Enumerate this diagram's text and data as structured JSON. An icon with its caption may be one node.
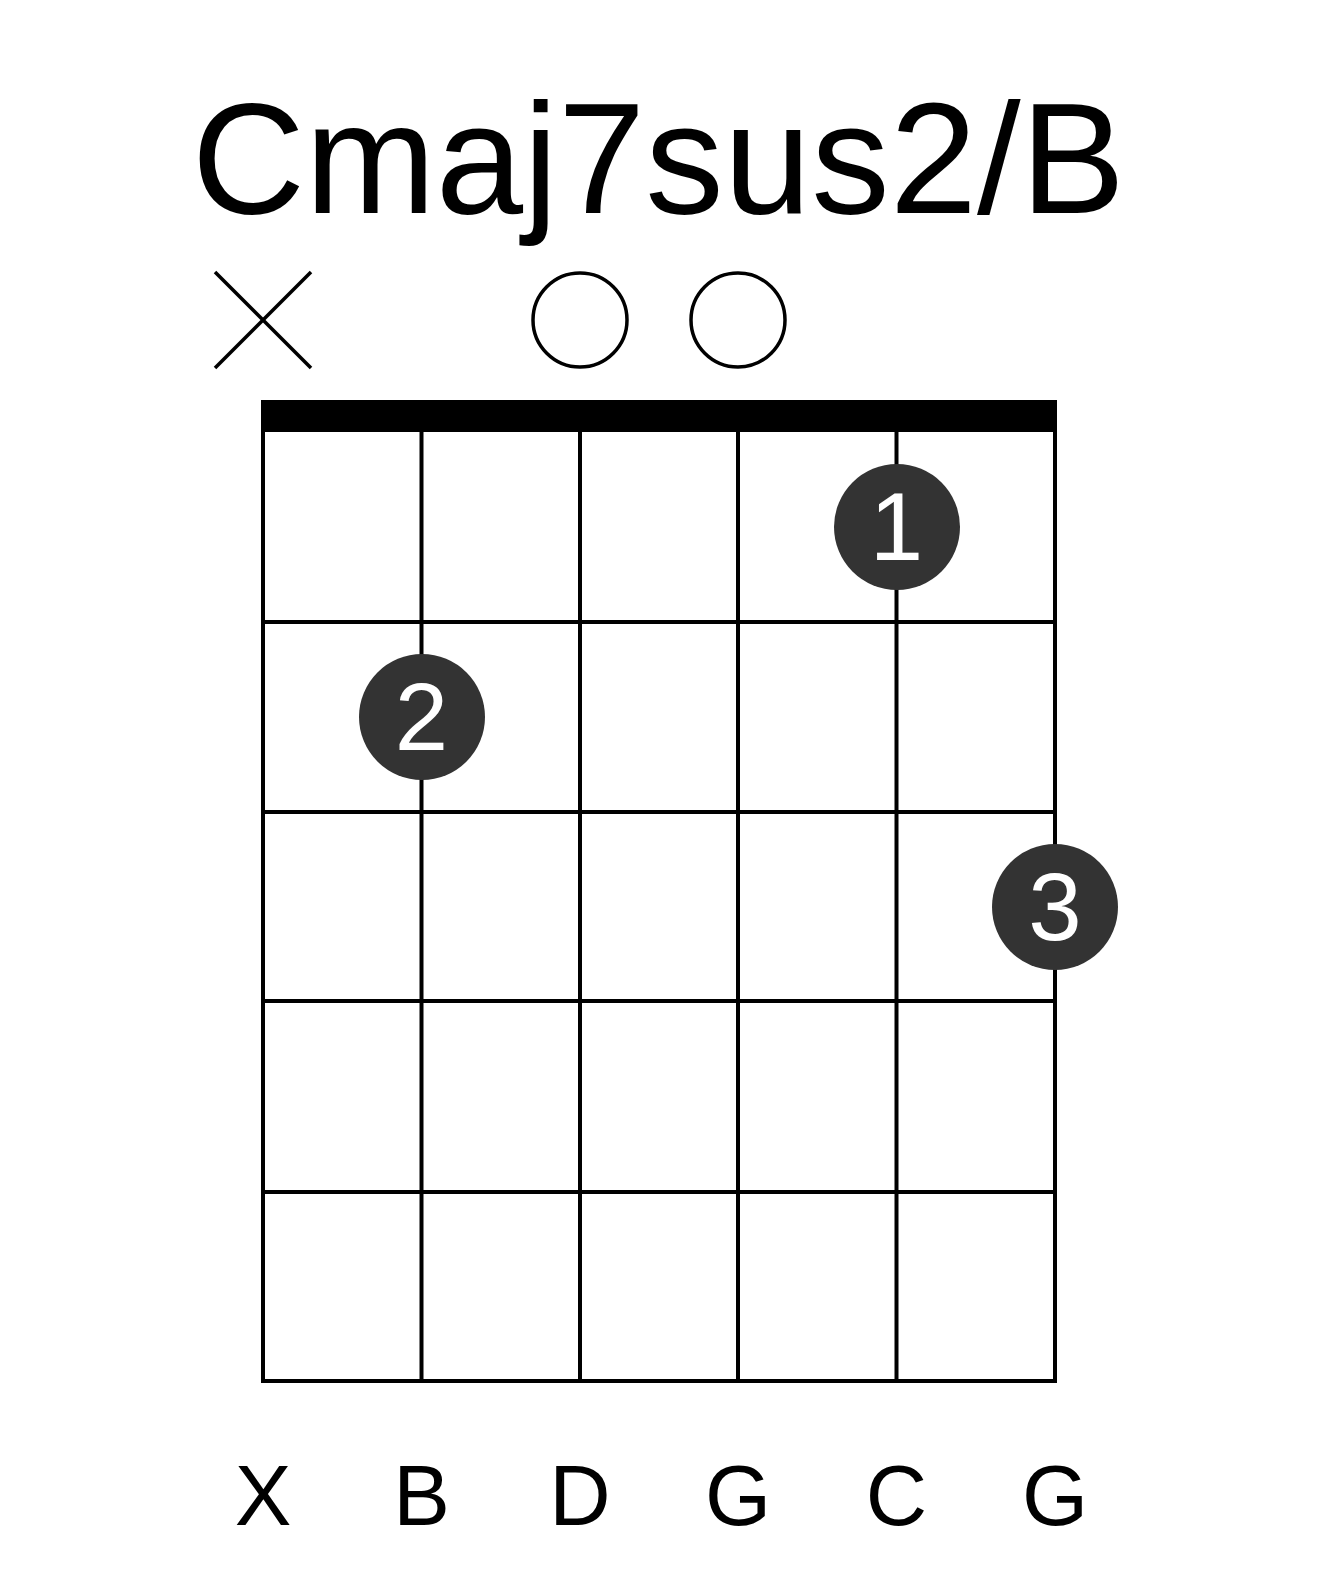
{
  "diagram": {
    "title": "Cmaj7sus2/B",
    "nodes": [
      {
        "text": [],
        "shape": "cross"
      },
      {
        "text": [],
        "shape": "circle"
      },
      {
        "text": [],
        "shape": "circle"
      },
      {
        "text": [
          "1"
        ]
      },
      {
        "text": [
          "2"
        ]
      },
      {
        "text": [
          "3"
        ]
      }
    ],
    "labels": [
      "X",
      "B",
      "D",
      "G",
      "C",
      "G"
    ]
  }
}
